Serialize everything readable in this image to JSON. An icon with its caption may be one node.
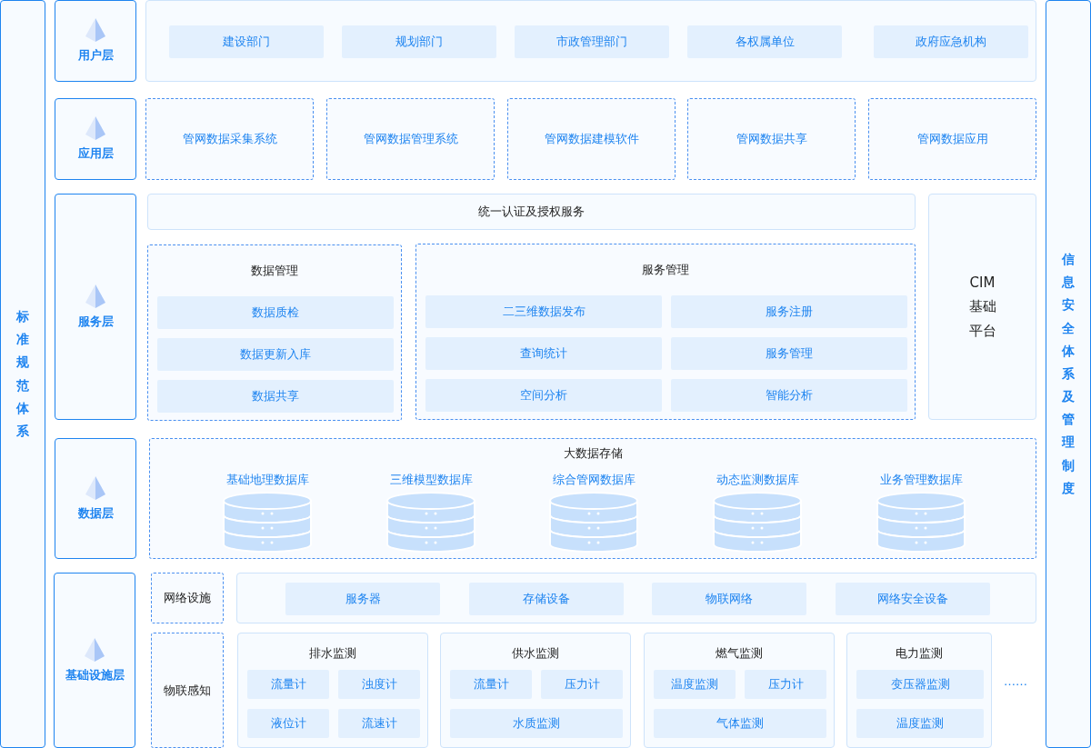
{
  "diagram": {
    "nodes": [
      {
        "text": [
          "标准规范体系"
        ]
      },
      {
        "text": [
          "用户层"
        ]
      },
      {
        "text": [],
        "shape": "box"
      },
      {
        "text": [
          "建设部门"
        ],
        "in": 2
      },
      {
        "text": [
          "规划部门"
        ],
        "in": 2
      },
      {
        "text": [
          "市政管理部门"
        ],
        "in": 2
      },
      {
        "text": [
          "各权属单位"
        ],
        "in": 2
      },
      {
        "text": [
          "政府应急机构"
        ],
        "in": 2
      },
      {
        "text": [
          "应用层"
        ]
      },
      {
        "text": [
          "管网数据采集系统"
        ]
      },
      {
        "text": [
          "管网数据管理系统"
        ]
      },
      {
        "text": [
          "管网数据建模软件"
        ]
      },
      {
        "text": [
          "管网数据共享"
        ]
      },
      {
        "text": [
          "管网数据应用"
        ]
      },
      {
        "text": [
          "服务层"
        ]
      },
      {
        "text": [
          "统一认证及授权服务"
        ]
      },
      {
        "text": [
          "数据管理"
        ]
      },
      {
        "text": [
          "数据质检"
        ],
        "in": 16
      },
      {
        "text": [
          "数据更新入库"
        ],
        "in": 16
      },
      {
        "text": [
          "数据共享"
        ],
        "in": 16
      },
      {
        "text": [
          "服务管理"
        ]
      },
      {
        "text": [
          "二三维数据发布"
        ],
        "in": 20
      },
      {
        "text": [
          "服务注册"
        ],
        "in": 20
      },
      {
        "text": [
          "查询统计"
        ],
        "in": 20
      },
      {
        "text": [
          "服务管理"
        ],
        "in": 20
      },
      {
        "text": [
          "空间分析"
        ],
        "in": 20
      },
      {
        "text": [
          "智能分析"
        ],
        "in": 20
      },
      {
        "text": [
          "CIM基础平台"
        ]
      },
      {
        "text": [
          "数据层"
        ]
      },
      {
        "text": [
          "大数据存储"
        ]
      },
      {
        "text": [
          "基础地理数据库"
        ],
        "in": 29
      },
      {
        "text": [
          "三维模型数据库"
        ],
        "in": 29
      },
      {
        "text": [
          "综合管网数据库"
        ],
        "in": 29
      },
      {
        "text": [
          "动态监测数据库"
        ],
        "in": 29
      },
      {
        "text": [
          "业务管理数据库"
        ],
        "in": 29
      },
      {
        "text": [
          "基础设施层"
        ]
      },
      {
        "text": [
          "网络设施"
        ]
      },
      {
        "text": [],
        "shape": "box"
      },
      {
        "text": [
          "服务器"
        ],
        "in": 37
      },
      {
        "text": [
          "存储设备"
        ],
        "in": 37
      },
      {
        "text": [
          "物联网络"
        ],
        "in": 37
      },
      {
        "text": [
          "网络安全设备"
        ],
        "in": 37
      },
      {
        "text": [
          "物联感知"
        ]
      },
      {
        "text": [
          "排水监测"
        ]
      },
      {
        "text": [
          "流量计"
        ],
        "in": 43
      },
      {
        "text": [
          "浊度计"
        ],
        "in": 43
      },
      {
        "text": [
          "液位计"
        ],
        "in": 43
      },
      {
        "text": [
          "流速计"
        ],
        "in": 43
      },
      {
        "text": [
          "供水监测"
        ]
      },
      {
        "text": [
          "流量计"
        ],
        "in": 48
      },
      {
        "text": [
          "压力计"
        ],
        "in": 48
      },
      {
        "text": [
          "水质监测"
        ],
        "in": 48
      },
      {
        "text": [
          "燃气监测"
        ]
      },
      {
        "text": [
          "温度监测"
        ],
        "in": 52
      },
      {
        "text": [
          "压力计"
        ],
        "in": 52
      },
      {
        "text": [
          "气体监测"
        ],
        "in": 52
      },
      {
        "text": [
          "电力监测"
        ]
      },
      {
        "text": [
          "变压器监测"
        ],
        "in": 56
      },
      {
        "text": [
          "温度监测"
        ],
        "in": 56
      },
      {
        "text": [
          "信息安全体系及管理制度"
        ]
      }
    ],
    "edges": [],
    "labels": [
      "……"
    ]
  }
}
